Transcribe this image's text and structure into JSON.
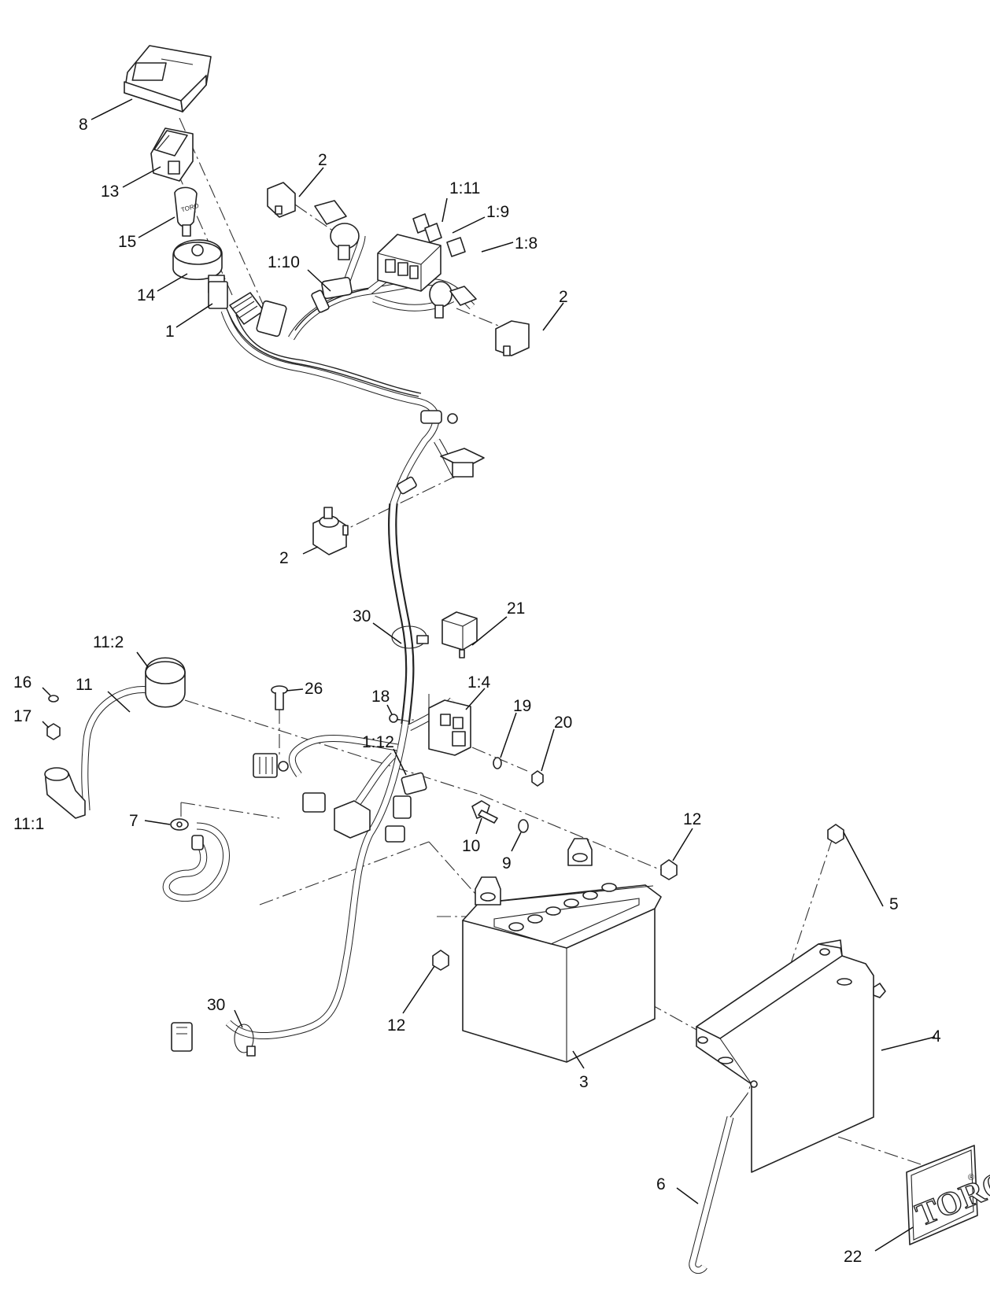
{
  "callouts": [
    {
      "id": "c-8",
      "label": "8"
    },
    {
      "id": "c-13",
      "label": "13"
    },
    {
      "id": "c-15",
      "label": "15"
    },
    {
      "id": "c-14",
      "label": "14"
    },
    {
      "id": "c-1",
      "label": "1"
    },
    {
      "id": "c-2a",
      "label": "2"
    },
    {
      "id": "c-1-11",
      "label": "1:11"
    },
    {
      "id": "c-1-9",
      "label": "1:9"
    },
    {
      "id": "c-1-8",
      "label": "1:8"
    },
    {
      "id": "c-1-10",
      "label": "1:10"
    },
    {
      "id": "c-2b",
      "label": "2"
    },
    {
      "id": "c-2c",
      "label": "2"
    },
    {
      "id": "c-21",
      "label": "21"
    },
    {
      "id": "c-30a",
      "label": "30"
    },
    {
      "id": "c-11-2",
      "label": "11:2"
    },
    {
      "id": "c-16",
      "label": "16"
    },
    {
      "id": "c-11",
      "label": "11"
    },
    {
      "id": "c-17",
      "label": "17"
    },
    {
      "id": "c-26",
      "label": "26"
    },
    {
      "id": "c-18",
      "label": "18"
    },
    {
      "id": "c-1-4",
      "label": "1:4"
    },
    {
      "id": "c-19",
      "label": "19"
    },
    {
      "id": "c-20",
      "label": "20"
    },
    {
      "id": "c-1-12",
      "label": "1:12"
    },
    {
      "id": "c-11-1",
      "label": "11:1"
    },
    {
      "id": "c-7",
      "label": "7"
    },
    {
      "id": "c-12a",
      "label": "12"
    },
    {
      "id": "c-10",
      "label": "10"
    },
    {
      "id": "c-9",
      "label": "9"
    },
    {
      "id": "c-5",
      "label": "5"
    },
    {
      "id": "c-12b",
      "label": "12"
    },
    {
      "id": "c-4",
      "label": "4"
    },
    {
      "id": "c-30b",
      "label": "30"
    },
    {
      "id": "c-3",
      "label": "3"
    },
    {
      "id": "c-6",
      "label": "6"
    },
    {
      "id": "c-22",
      "label": "22"
    }
  ],
  "decal": {
    "brand": "TORO",
    "mark": "®"
  },
  "colors": {
    "line": "#222222",
    "background": "#ffffff"
  }
}
